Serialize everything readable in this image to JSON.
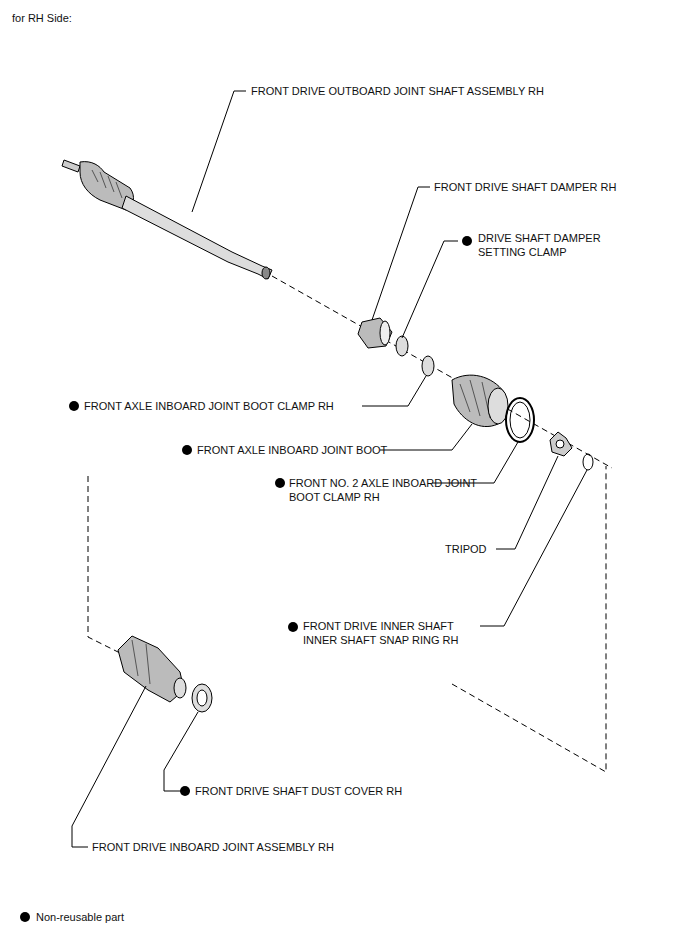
{
  "diagram": {
    "title": "for RH Side:",
    "labels": [
      "FRONT DRIVE OUTBOARD JOINT SHAFT ASSEMBLY RH",
      "FRONT DRIVE SHAFT DAMPER RH",
      "DRIVE SHAFT DAMPER SETTING CLAMP",
      "FRONT AXLE INBOARD JOINT BOOT CLAMP RH",
      "FRONT AXLE INBOARD JOINT BOOT",
      "FRONT NO. 2 AXLE INBOARD JOINT BOOT CLAMP RH",
      "TRIPOD",
      "FRONT DRIVE INNER SHAFT INNER SHAFT SNAP RING RH",
      "FRONT DRIVE SHAFT DUST COVER RH",
      "FRONT DRIVE INBOARD JOINT ASSEMBLY RH"
    ],
    "legend": [
      {
        "text": "Non-reusable part"
      }
    ]
  }
}
